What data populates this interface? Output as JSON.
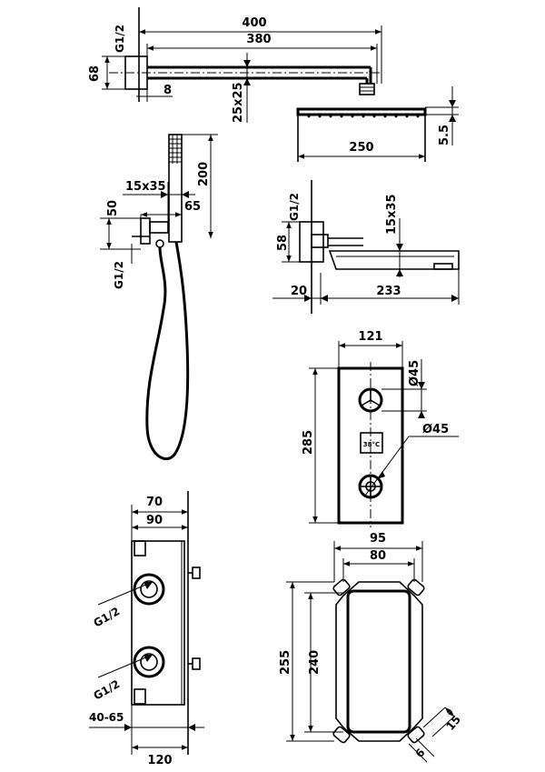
{
  "shower_arm": {
    "thread_label": "G1/2",
    "dim_length_total": "400",
    "dim_length_arm": "380",
    "dim_wall_plate": "68",
    "dim_offset": "8",
    "dim_tube": "25x25"
  },
  "shower_head": {
    "dim_width": "250",
    "dim_thickness": "5.5"
  },
  "hand_shower": {
    "dim_length": "200",
    "dim_holder": "15x35",
    "dim_projection": "65",
    "dim_height": "50",
    "thread_label": "G1/2"
  },
  "spout": {
    "thread_label": "G1/2",
    "dim_plate": "58",
    "dim_tube": "15x35",
    "dim_offset": "20",
    "dim_length": "233"
  },
  "control_panel": {
    "dim_width": "121",
    "dim_height": "285",
    "dim_knob_top": "Ø45",
    "dim_knob_bottom": "Ø45",
    "temperature_label": "38°C"
  },
  "valve_body_side": {
    "dim_depth_min": "70",
    "dim_depth_max": "90",
    "thread_top": "G1/2",
    "thread_bottom": "G1/2",
    "dim_install": "40-65",
    "dim_width": "120"
  },
  "valve_body_front": {
    "dim_width_outer": "95",
    "dim_width_inner": "80",
    "dim_height_outer": "255",
    "dim_height_inner": "240",
    "dim_lug": "15",
    "dim_hole": "6"
  }
}
